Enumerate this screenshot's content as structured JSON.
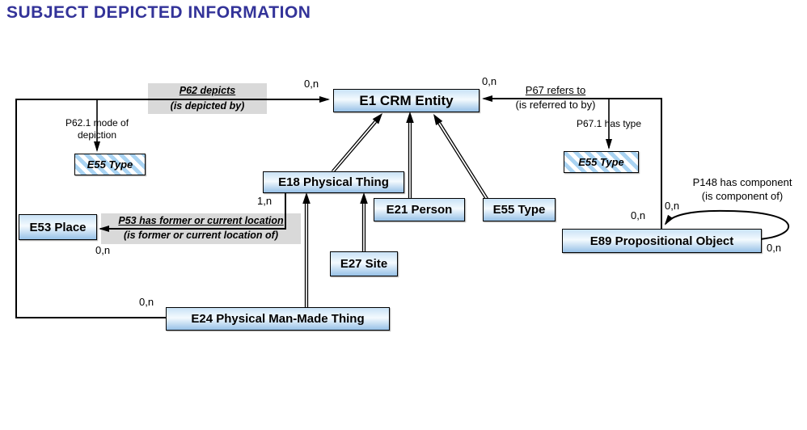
{
  "title": "SUBJECT DEPICTED INFORMATION",
  "colors": {
    "title_navy": "#333399",
    "node_fill_top": "#c9e2f6",
    "node_fill_bottom": "#97c1e7",
    "stripe_blue": "#a9d3f2",
    "label_bg_gray": "#d9d9d9",
    "line": "#000000"
  },
  "nodes": {
    "e1": {
      "label": "E1 CRM Entity"
    },
    "e18": {
      "label": "E18 Physical Thing"
    },
    "e21": {
      "label": "E21 Person"
    },
    "e55_center": {
      "label": "E55 Type"
    },
    "e27": {
      "label": "E27 Site"
    },
    "e24": {
      "label": "E24 Physical Man-Made Thing"
    },
    "e53": {
      "label": "E53 Place"
    },
    "e89": {
      "label": "E89 Propositional Object"
    },
    "e55_left": {
      "label": "E55 Type"
    },
    "e55_right": {
      "label": "E55 Type"
    }
  },
  "edges": {
    "p62": {
      "name": "P62 depicts",
      "inverse": "(is depicted by)"
    },
    "p62_1": {
      "name_line1": "P62.1 mode of",
      "name_line2": "depiction"
    },
    "p67": {
      "name": "P67 refers to",
      "inverse": "(is referred to by)"
    },
    "p67_1": {
      "name": "P67.1 has type"
    },
    "p53": {
      "name": "P53 has former or current location",
      "inverse": "(is former or current location of)"
    },
    "p148": {
      "name": "P148 has component",
      "inverse": "(is component of)"
    }
  },
  "multiplicities": {
    "p62_at_e1": "0,n",
    "p62_at_e24": "0,n",
    "p67_at_e1": "0,n",
    "p67_at_e89": "0,n",
    "p53_at_e18": "1,n",
    "p53_at_e53": "0,n",
    "p148_at_top": "0,n",
    "p148_at_right": "0,n"
  }
}
